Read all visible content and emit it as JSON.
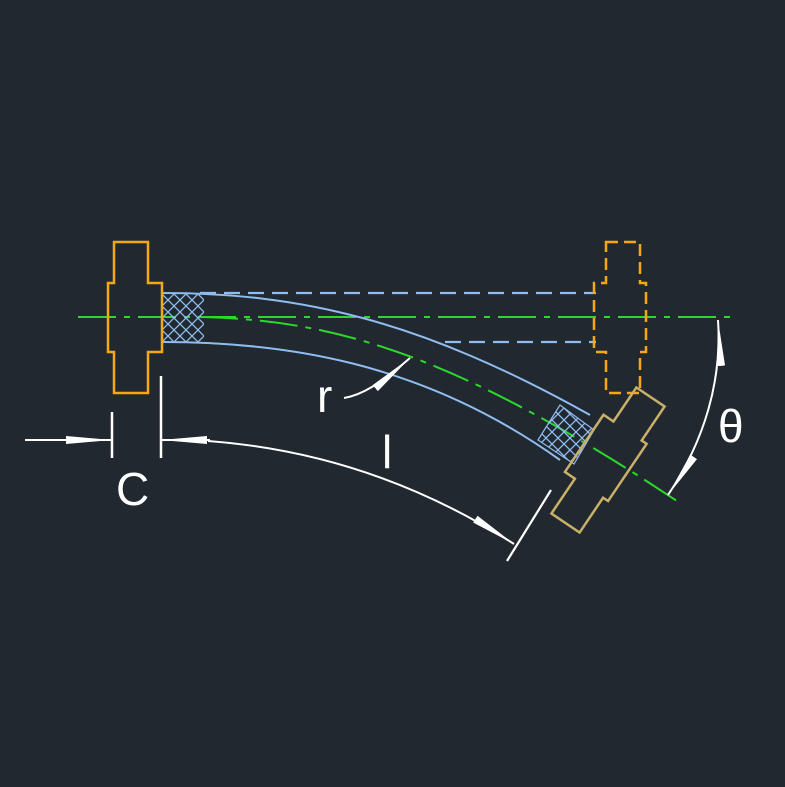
{
  "diagram": {
    "labels": {
      "radius": "r",
      "length": "l",
      "cut_allowance": "C",
      "bend_angle": "θ"
    },
    "colors": {
      "background": "#212830",
      "fitting": "#f5a814",
      "fitting_bent": "#c8b068",
      "hose": "#8fbdf0",
      "centerline": "#2cd82c",
      "dimension": "#ffffff"
    }
  }
}
